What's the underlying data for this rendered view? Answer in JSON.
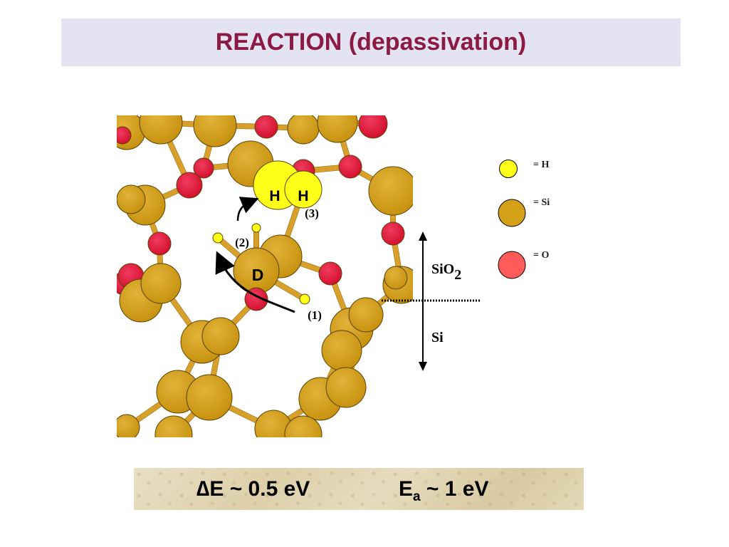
{
  "title": "REACTION (depassivation)",
  "diagram": {
    "atom_labels": {
      "h1": "H",
      "h2": "H",
      "d": "D"
    },
    "step_labels": {
      "step1": "(1)",
      "step2": "(2)",
      "step3": "(3)"
    },
    "region_labels": {
      "oxide": "SiO",
      "oxide_sub": "2",
      "silicon": "Si"
    }
  },
  "legend": [
    {
      "label": "= H",
      "color": "#ffff1a",
      "atom": "H"
    },
    {
      "label": "= Si",
      "color": "#d4a017",
      "atom": "Si"
    },
    {
      "label": "= O",
      "color": "#ff5b5b",
      "atom": "O"
    }
  ],
  "energy": {
    "delta_e": "∆E ~ 0.5 eV",
    "ea_main": "E",
    "ea_sub": "a",
    "ea_rest": " ~ 1 eV"
  },
  "colors": {
    "title": "#8b1a44",
    "title_bg": "#e4e3f1",
    "silicon": "#d4a017",
    "oxygen": "#e8173f",
    "hydrogen": "#ffff1a",
    "bond": "#d8a02a"
  }
}
